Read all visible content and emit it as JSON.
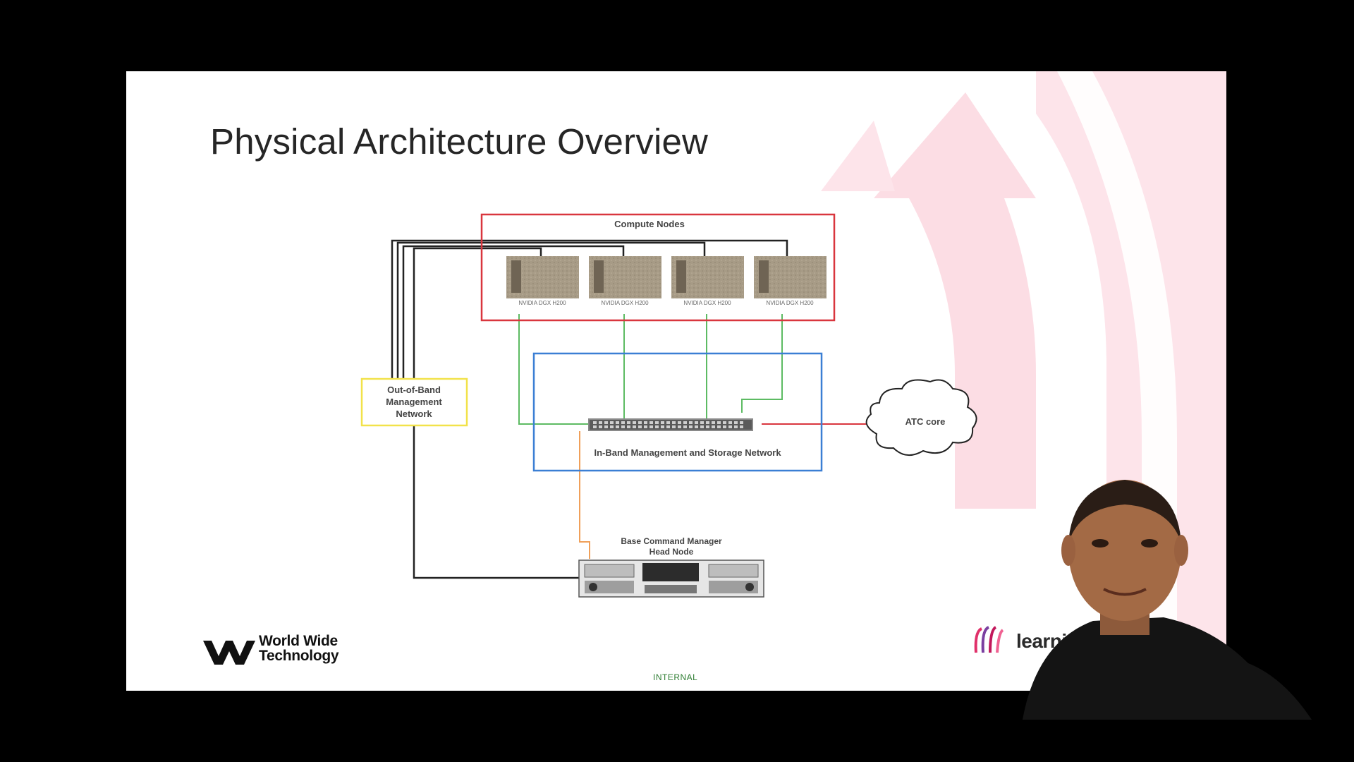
{
  "slide": {
    "title": "Physical Architecture Overview",
    "footer": "INTERNAL"
  },
  "diagram": {
    "compute_group_label": "Compute Nodes",
    "compute_nodes": [
      {
        "label": "NVIDIA DGX H200"
      },
      {
        "label": "NVIDIA DGX H200"
      },
      {
        "label": "NVIDIA DGX H200"
      },
      {
        "label": "NVIDIA DGX H200"
      }
    ],
    "oob_network": {
      "line1": "Out-of-Band",
      "line2": "Management",
      "line3": "Network"
    },
    "inband_network_label": "In-Band Management and Storage Network",
    "atc_core_label": "ATC core",
    "head_node": {
      "line1": "Base Command Manager",
      "line2": "Head Node"
    },
    "colors": {
      "compute_box": "#d9363e",
      "inband_box": "#3b7fd4",
      "oob_box": "#f2e24a",
      "green_links": "#5dbb63",
      "orange_link": "#f0a05a",
      "red_link": "#d9363e",
      "black_links": "#222222"
    }
  },
  "branding": {
    "company_line1": "World Wide",
    "company_line2": "Technology",
    "partner_logo_text": "learningpath"
  }
}
